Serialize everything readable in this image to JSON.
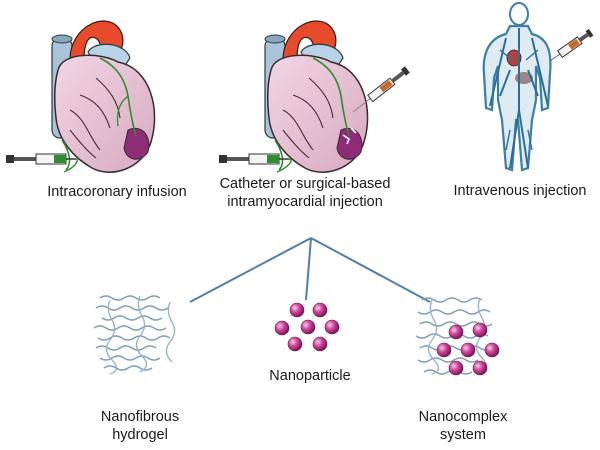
{
  "delivery_routes": [
    {
      "label": "Intracoronary infusion",
      "icon": "heart-with-coronary-catheter-icon"
    },
    {
      "label_lines": [
        "Catheter or surgical-based",
        "intramyocardial injection"
      ],
      "icon": "heart-with-intramyocardial-needle-icon"
    },
    {
      "label": "Intravenous injection",
      "icon": "human-body-vascular-icon"
    }
  ],
  "carriers": [
    {
      "label_lines": [
        "Nanofibrous",
        "hydrogel"
      ],
      "icon": "fiber-mesh-icon"
    },
    {
      "label": "Nanoparticle",
      "icon": "particle-cluster-icon"
    },
    {
      "label_lines": [
        "Nanocomplex",
        "system"
      ],
      "icon": "particles-in-mesh-icon"
    }
  ],
  "colors": {
    "heart_tissue": "#e8c4d4",
    "heart_outline": "#3a2a30",
    "aorta_red": "#e84a2c",
    "vessel_blue": "#b9d3e6",
    "coronary_green": "#2f8c2f",
    "infarct_purple": "#8e2c78",
    "branch_line": "#4f7fa6",
    "particle_pink": "#d44aa0",
    "fiber_blue": "#7f9cb8",
    "body_blue": "#5aa7c9"
  }
}
